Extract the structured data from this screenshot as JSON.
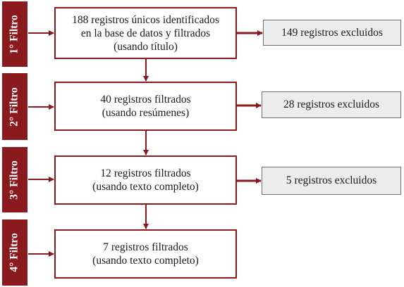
{
  "colors": {
    "accent": "#8b1a1f",
    "excluded_fill": "#ececec",
    "excluded_border": "#6e6e6e",
    "text": "#1a1a1a"
  },
  "stages": [
    {
      "label": "1° Filtro",
      "main_text": "188 registros únicos identificados\nen la base de datos y filtrados\n(usando título)",
      "excluded_text": "149 registros excluidos"
    },
    {
      "label": "2° Filtro",
      "main_text": "40 registros filtrados\n(usando resúmenes)",
      "excluded_text": "28 registros excluidos"
    },
    {
      "label": "3° Filtro",
      "main_text": "12 registros filtrados\n(usando texto completo)",
      "excluded_text": "5 registros excluidos"
    },
    {
      "label": "4° Filtro",
      "main_text": "7 registros filtrados\n(usando texto completo)",
      "excluded_text": ""
    }
  ]
}
